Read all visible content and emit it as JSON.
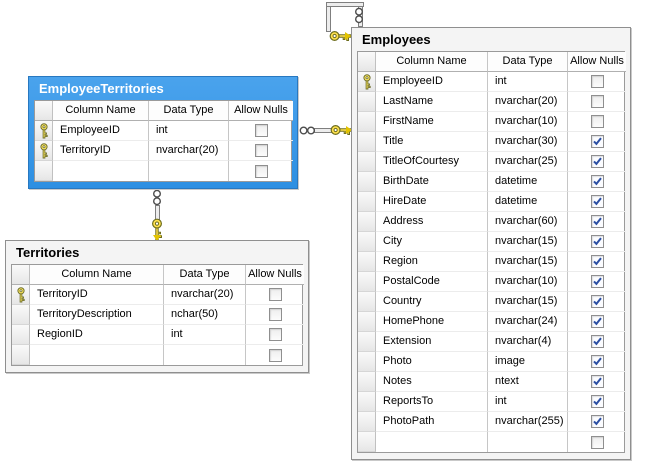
{
  "diagram": {
    "tables": [
      {
        "title": "Employees",
        "selected": false,
        "headers": [
          "Column Name",
          "Data Type",
          "Allow Nulls"
        ],
        "rows": [
          {
            "name": "EmployeeID",
            "type": "int",
            "pk": true,
            "nulls": false
          },
          {
            "name": "LastName",
            "type": "nvarchar(20)",
            "pk": false,
            "nulls": false
          },
          {
            "name": "FirstName",
            "type": "nvarchar(10)",
            "pk": false,
            "nulls": false
          },
          {
            "name": "Title",
            "type": "nvarchar(30)",
            "pk": false,
            "nulls": true
          },
          {
            "name": "TitleOfCourtesy",
            "type": "nvarchar(25)",
            "pk": false,
            "nulls": true
          },
          {
            "name": "BirthDate",
            "type": "datetime",
            "pk": false,
            "nulls": true
          },
          {
            "name": "HireDate",
            "type": "datetime",
            "pk": false,
            "nulls": true
          },
          {
            "name": "Address",
            "type": "nvarchar(60)",
            "pk": false,
            "nulls": true
          },
          {
            "name": "City",
            "type": "nvarchar(15)",
            "pk": false,
            "nulls": true
          },
          {
            "name": "Region",
            "type": "nvarchar(15)",
            "pk": false,
            "nulls": true
          },
          {
            "name": "PostalCode",
            "type": "nvarchar(10)",
            "pk": false,
            "nulls": true
          },
          {
            "name": "Country",
            "type": "nvarchar(15)",
            "pk": false,
            "nulls": true
          },
          {
            "name": "HomePhone",
            "type": "nvarchar(24)",
            "pk": false,
            "nulls": true
          },
          {
            "name": "Extension",
            "type": "nvarchar(4)",
            "pk": false,
            "nulls": true
          },
          {
            "name": "Photo",
            "type": "image",
            "pk": false,
            "nulls": true
          },
          {
            "name": "Notes",
            "type": "ntext",
            "pk": false,
            "nulls": true
          },
          {
            "name": "ReportsTo",
            "type": "int",
            "pk": false,
            "nulls": true
          },
          {
            "name": "PhotoPath",
            "type": "nvarchar(255)",
            "pk": false,
            "nulls": true
          },
          {
            "name": "",
            "type": "",
            "pk": false,
            "nulls": false
          }
        ]
      },
      {
        "title": "EmployeeTerritories",
        "selected": true,
        "headers": [
          "Column Name",
          "Data Type",
          "Allow Nulls"
        ],
        "rows": [
          {
            "name": "EmployeeID",
            "type": "int",
            "pk": true,
            "nulls": false
          },
          {
            "name": "TerritoryID",
            "type": "nvarchar(20)",
            "pk": true,
            "nulls": false
          },
          {
            "name": "",
            "type": "",
            "pk": false,
            "nulls": false
          }
        ]
      },
      {
        "title": "Territories",
        "selected": false,
        "headers": [
          "Column Name",
          "Data Type",
          "Allow Nulls"
        ],
        "rows": [
          {
            "name": "TerritoryID",
            "type": "nvarchar(20)",
            "pk": true,
            "nulls": false
          },
          {
            "name": "TerritoryDescription",
            "type": "nchar(50)",
            "pk": false,
            "nulls": false
          },
          {
            "name": "RegionID",
            "type": "int",
            "pk": false,
            "nulls": false
          },
          {
            "name": "",
            "type": "",
            "pk": false,
            "nulls": false
          }
        ]
      }
    ],
    "relationships": [
      {
        "many_table": "Employees",
        "one_table": "Employees",
        "many_icon": "infinity-icon",
        "one_icon": "key-icon",
        "shape": "self-loop-top-left"
      },
      {
        "many_table": "EmployeeTerritories",
        "one_table": "Employees",
        "many_icon": "infinity-icon",
        "one_icon": "key-icon",
        "shape": "horizontal"
      },
      {
        "many_table": "EmployeeTerritories",
        "one_table": "Territories",
        "many_icon": "infinity-icon",
        "one_icon": "key-icon",
        "shape": "vertical"
      }
    ]
  },
  "colors": {
    "selected_table_blue": "#2E95E8",
    "key_yellow": "#FFE14D",
    "check_blue": "#2B4FA3",
    "grid_line_gray": "#C6C6C6"
  }
}
